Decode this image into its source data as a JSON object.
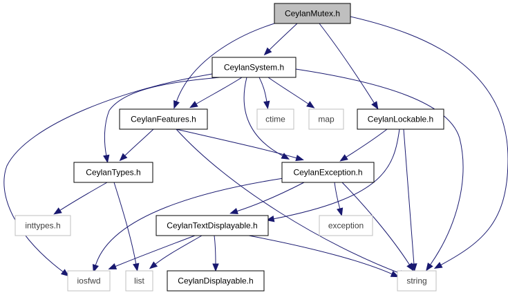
{
  "diagram": {
    "nodes": [
      {
        "id": "mutex",
        "label": "CeylanMutex.h",
        "style": "focus"
      },
      {
        "id": "system",
        "label": "CeylanSystem.h",
        "style": "doc"
      },
      {
        "id": "features",
        "label": "CeylanFeatures.h",
        "style": "doc"
      },
      {
        "id": "ctime",
        "label": "ctime",
        "style": "ext"
      },
      {
        "id": "map",
        "label": "map",
        "style": "ext"
      },
      {
        "id": "lockable",
        "label": "CeylanLockable.h",
        "style": "doc"
      },
      {
        "id": "types",
        "label": "CeylanTypes.h",
        "style": "doc"
      },
      {
        "id": "exception_h",
        "label": "CeylanException.h",
        "style": "doc"
      },
      {
        "id": "inttypes",
        "label": "inttypes.h",
        "style": "ext"
      },
      {
        "id": "textdisp",
        "label": "CeylanTextDisplayable.h",
        "style": "doc"
      },
      {
        "id": "exception",
        "label": "exception",
        "style": "ext"
      },
      {
        "id": "iosfwd",
        "label": "iosfwd",
        "style": "ext"
      },
      {
        "id": "list",
        "label": "list",
        "style": "ext"
      },
      {
        "id": "displayable",
        "label": "CeylanDisplayable.h",
        "style": "doc"
      },
      {
        "id": "string",
        "label": "string",
        "style": "ext"
      }
    ],
    "edges": [
      {
        "from": "mutex",
        "to": "system"
      },
      {
        "from": "mutex",
        "to": "features"
      },
      {
        "from": "mutex",
        "to": "lockable"
      },
      {
        "from": "mutex",
        "to": "string"
      },
      {
        "from": "system",
        "to": "features"
      },
      {
        "from": "system",
        "to": "ctime"
      },
      {
        "from": "system",
        "to": "map"
      },
      {
        "from": "system",
        "to": "types"
      },
      {
        "from": "system",
        "to": "exception_h"
      },
      {
        "from": "system",
        "to": "iosfwd"
      },
      {
        "from": "system",
        "to": "string"
      },
      {
        "from": "features",
        "to": "types"
      },
      {
        "from": "features",
        "to": "exception_h"
      },
      {
        "from": "features",
        "to": "string"
      },
      {
        "from": "lockable",
        "to": "exception_h"
      },
      {
        "from": "lockable",
        "to": "textdisp"
      },
      {
        "from": "lockable",
        "to": "string"
      },
      {
        "from": "types",
        "to": "inttypes"
      },
      {
        "from": "types",
        "to": "list"
      },
      {
        "from": "exception_h",
        "to": "textdisp"
      },
      {
        "from": "exception_h",
        "to": "exception"
      },
      {
        "from": "exception_h",
        "to": "iosfwd"
      },
      {
        "from": "exception_h",
        "to": "string"
      },
      {
        "from": "textdisp",
        "to": "iosfwd"
      },
      {
        "from": "textdisp",
        "to": "list"
      },
      {
        "from": "textdisp",
        "to": "displayable"
      },
      {
        "from": "textdisp",
        "to": "string"
      }
    ],
    "colors": {
      "edge": "#191970",
      "focus_fill": "#bfbfbf",
      "focus_stroke": "#000000",
      "doc_stroke": "#000000",
      "ext_stroke": "#bfbfbf",
      "ext_text": "#404040",
      "text": "#000000"
    }
  }
}
